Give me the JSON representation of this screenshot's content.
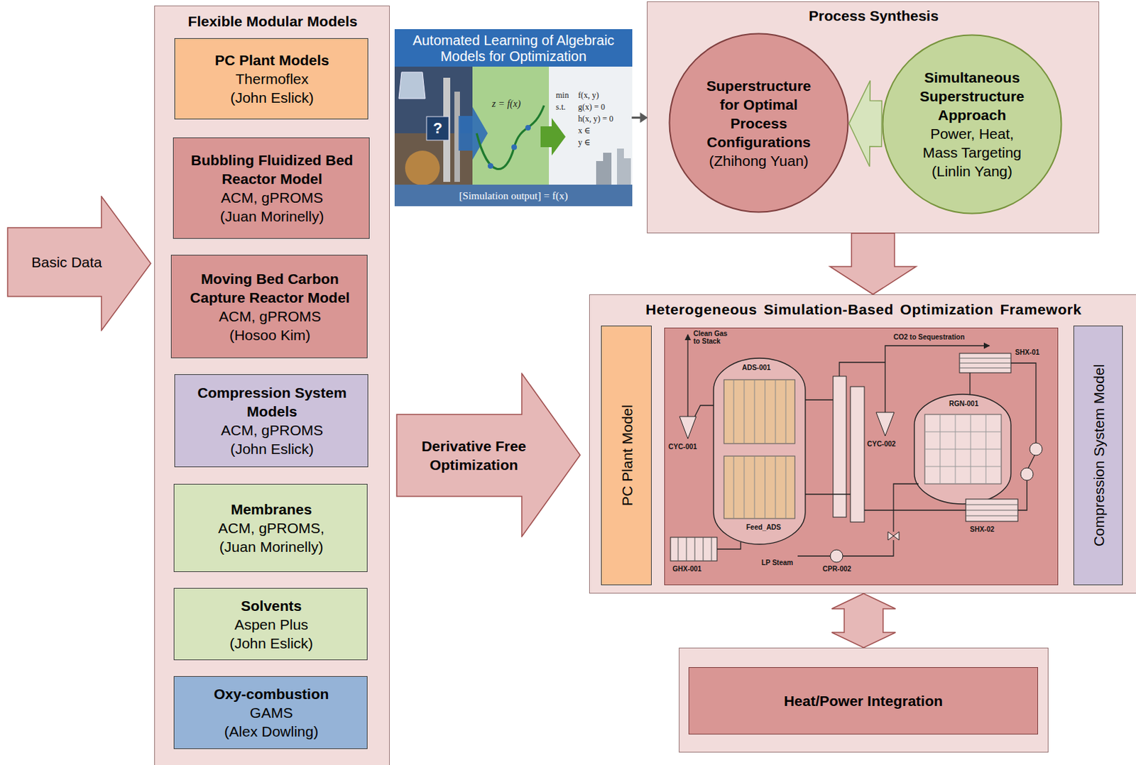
{
  "diagram": {
    "nodes": [
      {
        "text": [
          "Basic Data"
        ]
      },
      {
        "text": [
          "Flexible Modular Models"
        ]
      },
      {
        "text": [
          "PC Plant Models",
          "Thermoflex",
          "(John Eslick)"
        ],
        "in": 1
      },
      {
        "text": [
          "Bubbling Fluidized Bed Reactor Model",
          "ACM, gPROMS",
          "(Juan Morinelly)"
        ],
        "in": 1
      },
      {
        "text": [
          "Moving Bed Carbon Capture Reactor Model",
          "ACM, gPROMS",
          "(Hosoo Kim)"
        ],
        "in": 1
      },
      {
        "text": [
          "Compression System Models",
          "ACM, gPROMS",
          "(John Eslick)"
        ],
        "in": 1
      },
      {
        "text": [
          "Membranes",
          "ACM, gPROMS,",
          "(Juan Morinelly)"
        ],
        "in": 1
      },
      {
        "text": [
          "Solvents",
          "Aspen Plus",
          "(John Eslick)"
        ],
        "in": 1
      },
      {
        "text": [
          "Oxy-combustion",
          "GAMS",
          "(Alex Dowling)"
        ],
        "in": 1
      },
      {
        "text": [
          "Automated Learning of Algebraic Models for Optimization",
          "[Simulation output] = f(x)"
        ]
      },
      {
        "text": [
          "Process Synthesis"
        ]
      },
      {
        "text": [
          "Superstructure for Optimal Process Configurations",
          "(Zhihong Yuan)"
        ],
        "in": 10
      },
      {
        "text": [
          "Simultaneous Superstructure Approach",
          "Power, Heat, Mass Targeting",
          "(Linlin Yang)"
        ],
        "in": 10
      },
      {
        "text": [
          "Derivative Free Optimization"
        ]
      },
      {
        "text": [
          "Heterogeneous Simulation-Based Optimization Framework"
        ]
      },
      {
        "text": [
          "PC Plant Model"
        ],
        "in": 14
      },
      {
        "text": [
          "Compression System Model"
        ],
        "in": 14
      },
      {
        "text": [
          "Heat/Power Integration"
        ]
      }
    ],
    "edges": [
      {
        "from": 9,
        "to": 10,
        "arrow": "to"
      },
      {
        "from": 12,
        "to": 11,
        "arrow": "to"
      },
      {
        "from": 10,
        "to": 14,
        "arrow": "to"
      },
      {
        "from": 14,
        "to": 17,
        "arrow": "both"
      }
    ],
    "labels": [
      "?",
      "z = f(x)",
      "min",
      "f(x, y)",
      "s.t.",
      "g(x) = 0",
      "h(x, y) = 0",
      "x ∈",
      "y ∈",
      "Clean Gas to Stack",
      "CO2 to Sequestration",
      "ADS-001",
      "CYC-001",
      "CYC-002",
      "RGN-001",
      "SHX-01",
      "SHX-02",
      "GHX-001",
      "Feed_ADS",
      "LP Steam",
      "CPR-002"
    ]
  }
}
